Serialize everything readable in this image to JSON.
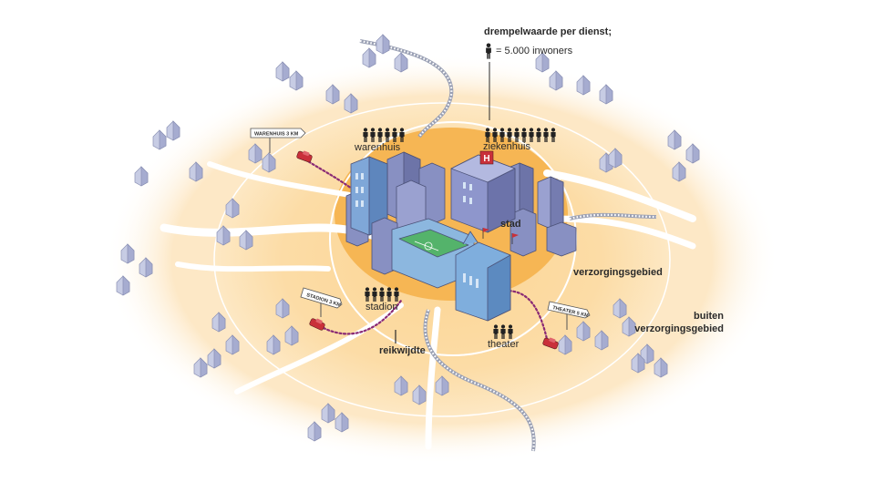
{
  "legend": {
    "title": "drempelwaarde per dienst;",
    "unit": "= 5.000 inwoners"
  },
  "services": [
    {
      "name": "warenhuis",
      "people": 6
    },
    {
      "name": "ziekenhuis",
      "people": 10
    },
    {
      "name": "stadion",
      "people": 5
    },
    {
      "name": "theater",
      "people": 3
    }
  ],
  "zones": {
    "city": "stad",
    "service_area": "verzorgingsgebied",
    "outside_line1": "buiten",
    "outside_line2": "verzorgingsgebied",
    "range": "reikwijdte"
  },
  "signs": {
    "warenhuis": "WARENHUIS 3 KM",
    "stadion": "STADION 3 KM",
    "theater": "THEATER 5 KM"
  },
  "colors": {
    "service_area": "#fbdca0",
    "city_core": "#f7b95a",
    "buildings": "#8e94c8",
    "car": "#c9303a",
    "route": "#8a2a74"
  }
}
